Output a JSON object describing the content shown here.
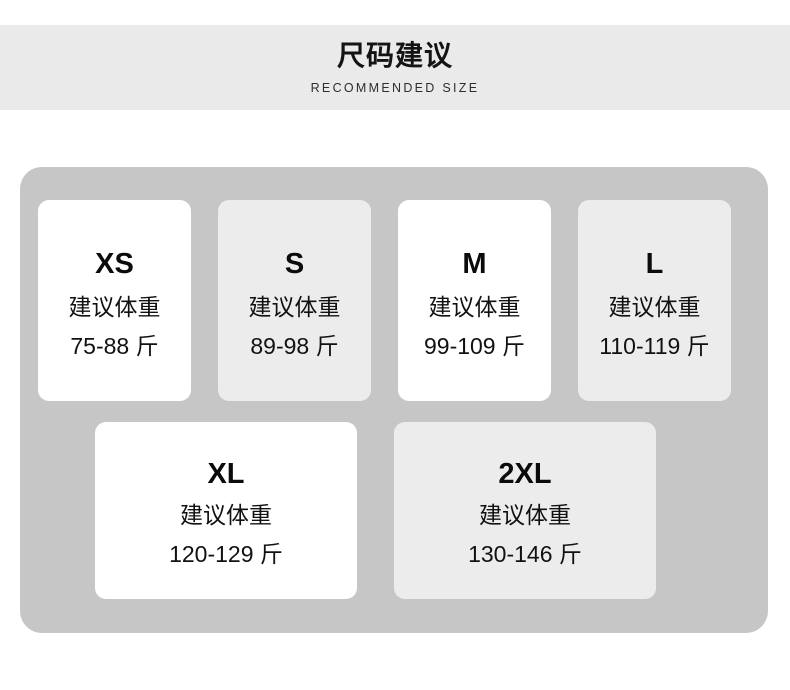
{
  "header": {
    "title": "尺码建议",
    "subtitle": "RECOMMENDED SIZE"
  },
  "colors": {
    "page_background": "#ffffff",
    "header_band": "#eaeaea",
    "panel": "#c6c6c6",
    "card_white": "#ffffff",
    "card_gray": "#ececec",
    "text": "#111111"
  },
  "size_table": {
    "caption": "建议体重",
    "unit": "斤",
    "rows": [
      {
        "cards": [
          {
            "size": "XS",
            "caption": "建议体重",
            "range": "75-88 斤",
            "style": "white"
          },
          {
            "size": "S",
            "caption": "建议体重",
            "range": "89-98 斤",
            "style": "gray"
          },
          {
            "size": "M",
            "caption": "建议体重",
            "range": "99-109 斤",
            "style": "white"
          },
          {
            "size": "L",
            "caption": "建议体重",
            "range": "110-119 斤",
            "style": "gray"
          }
        ]
      },
      {
        "cards": [
          {
            "size": "XL",
            "caption": "建议体重",
            "range": "120-129 斤",
            "style": "white"
          },
          {
            "size": "2XL",
            "caption": "建议体重",
            "range": "130-146 斤",
            "style": "gray"
          }
        ]
      }
    ]
  }
}
